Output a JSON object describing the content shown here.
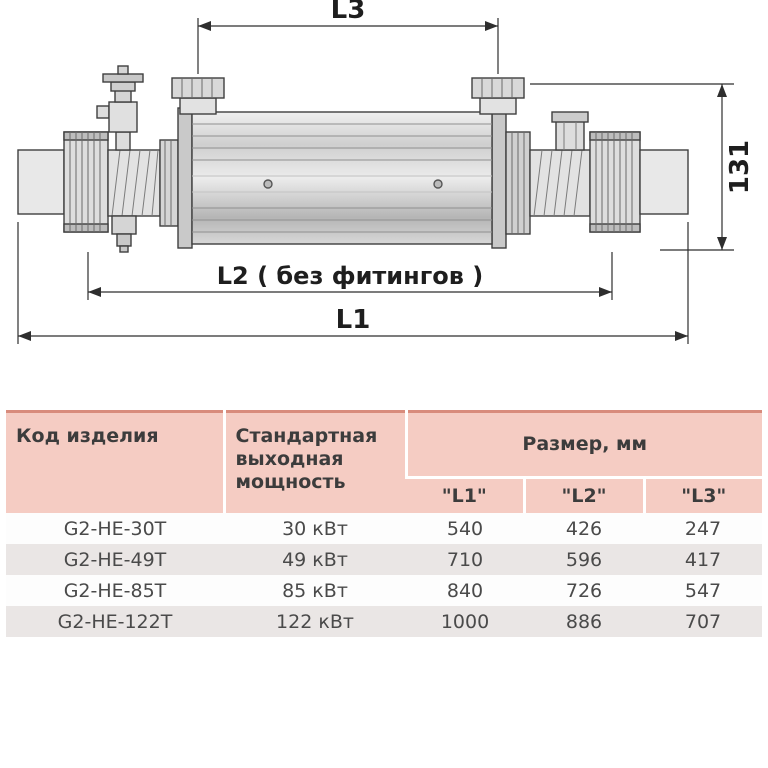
{
  "diagram": {
    "labels": {
      "l3": "L3",
      "h131": "131",
      "l2": "L2 ( без фитингов )",
      "l1": "L1"
    }
  },
  "table": {
    "headers": {
      "code": "Код изделия",
      "power": "Стандартная выходная мощность",
      "size": "Размер, мм",
      "l1": "\"L1\"",
      "l2": "\"L2\"",
      "l3": "\"L3\""
    },
    "rows": [
      {
        "code": "G2-HE-30T",
        "power": "30 кВт",
        "l1": "540",
        "l2": "426",
        "l3": "247"
      },
      {
        "code": "G2-HE-49T",
        "power": "49 кВт",
        "l1": "710",
        "l2": "596",
        "l3": "417"
      },
      {
        "code": "G2-HE-85T",
        "power": "85 кВт",
        "l1": "840",
        "l2": "726",
        "l3": "547"
      },
      {
        "code": "G2-HE-122T",
        "power": "122 кВт",
        "l1": "1000",
        "l2": "886",
        "l3": "707"
      }
    ]
  },
  "colors": {
    "table_top_line": "#d88b7c",
    "header_bg": "#f5ccc3",
    "alt_row_bg": "#eae6e5",
    "line": "#3f3f3f"
  }
}
